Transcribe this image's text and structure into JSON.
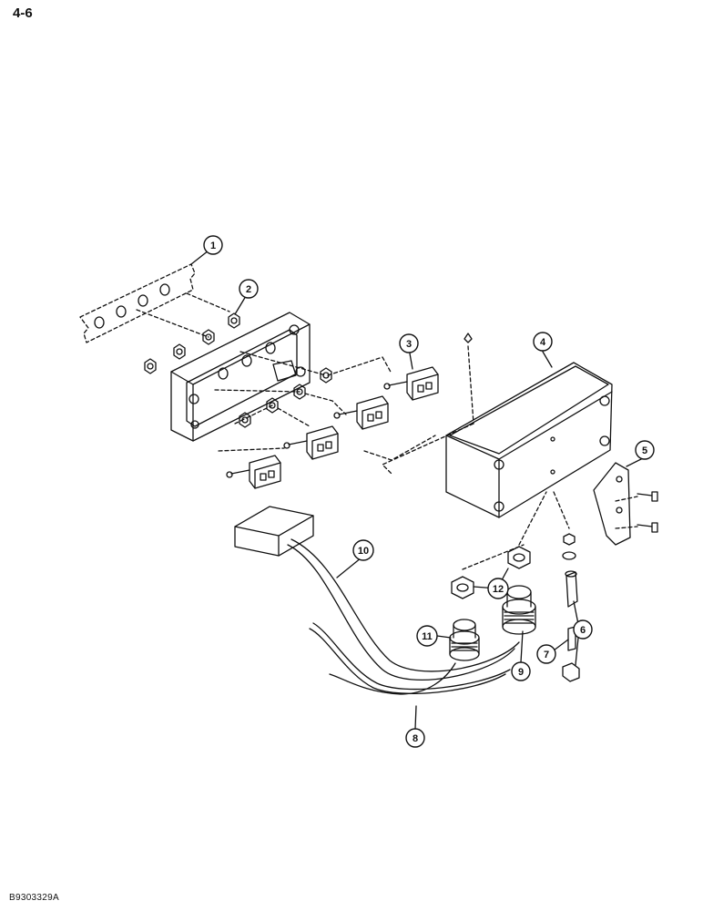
{
  "page_number": "4-6",
  "figure_code": "B9303329A",
  "callouts": [
    {
      "id": "1",
      "label": "1"
    },
    {
      "id": "2",
      "label": "2"
    },
    {
      "id": "3",
      "label": "3"
    },
    {
      "id": "4",
      "label": "4"
    },
    {
      "id": "5",
      "label": "5"
    },
    {
      "id": "6",
      "label": "6"
    },
    {
      "id": "7",
      "label": "7"
    },
    {
      "id": "8",
      "label": "8"
    },
    {
      "id": "9",
      "label": "9"
    },
    {
      "id": "10",
      "label": "10"
    },
    {
      "id": "11",
      "label": "11"
    },
    {
      "id": "12",
      "label": "12"
    }
  ]
}
